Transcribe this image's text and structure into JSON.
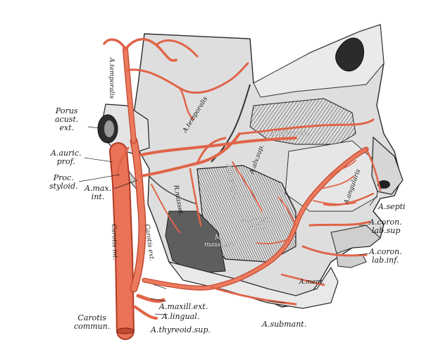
{
  "colors": {
    "artery": "#e06448",
    "artery_dark": "#b03a26",
    "bone": "#d9d9d9",
    "muscle": "#6a6a6a",
    "ink": "#1a1a1a",
    "paper": "#ffffff"
  },
  "labels": {
    "porus": [
      "Porus",
      "acust.",
      "ext."
    ],
    "aauric": [
      "A.auric.",
      "prof."
    ],
    "proc": [
      "Proc.",
      "styloid."
    ],
    "amax_int": [
      "A.max.",
      "int."
    ],
    "carotis_commun": [
      "Carotis",
      "commun."
    ],
    "amaxill_ext": "A.maxill.ext.",
    "alingual": "A.lingual.",
    "athyreoid": "A.thyreoid.sup.",
    "asubment": "A.submant.",
    "asepti": "A.septi",
    "acoron_sup": [
      "A.coron.",
      "lab.sup"
    ],
    "acoron_inf": [
      "A.coron.",
      "lab.inf."
    ]
  },
  "inset_labels": {
    "atemporalis": "A.temporalis",
    "atemporalis_side": "A.temporalis",
    "ainfraorbit": "A.infraorbit.",
    "aalveolaris": "A.alv.sup.",
    "abuccinat": "A.buccinat.",
    "aangularis": "A.angularis",
    "mbuccinator": [
      "M.buccin-",
      "nator"
    ],
    "mmasseter": [
      "M.",
      "masseter"
    ],
    "rmasset": "R.masset.",
    "carotis_int": "Carotis int.",
    "carotis_ext": "Carotis ext.",
    "amental": "A.ment."
  }
}
